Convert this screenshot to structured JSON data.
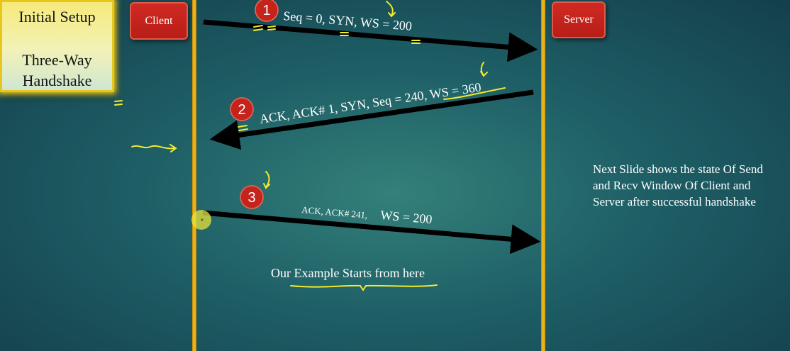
{
  "title_box": {
    "line1": "Initial Setup",
    "line2": "Three-Way\nHandshake"
  },
  "nodes": {
    "client": "Client",
    "server": "Server"
  },
  "messages": [
    {
      "step": "1",
      "label": "Seq = 0, SYN, WS = 200",
      "direction": "client-to-server"
    },
    {
      "step": "2",
      "label": "ACK, ACK# 1, SYN, Seq = 240, WS = 360",
      "direction": "server-to-client"
    },
    {
      "step": "3",
      "label_small": "ACK, ACK# 241,",
      "label_large": "WS = 200",
      "direction": "client-to-server"
    }
  ],
  "side_note": "Next Slide shows the state Of Send\nand Recv Window Of Client and\nServer after successful handshake",
  "bottom_note": "Our Example Starts from here",
  "colors": {
    "lifeline": "#e8b21c",
    "node": "#c4241c",
    "badge": "#c4241c",
    "arrow": "#000000",
    "annotation": "#f2ea2a"
  }
}
